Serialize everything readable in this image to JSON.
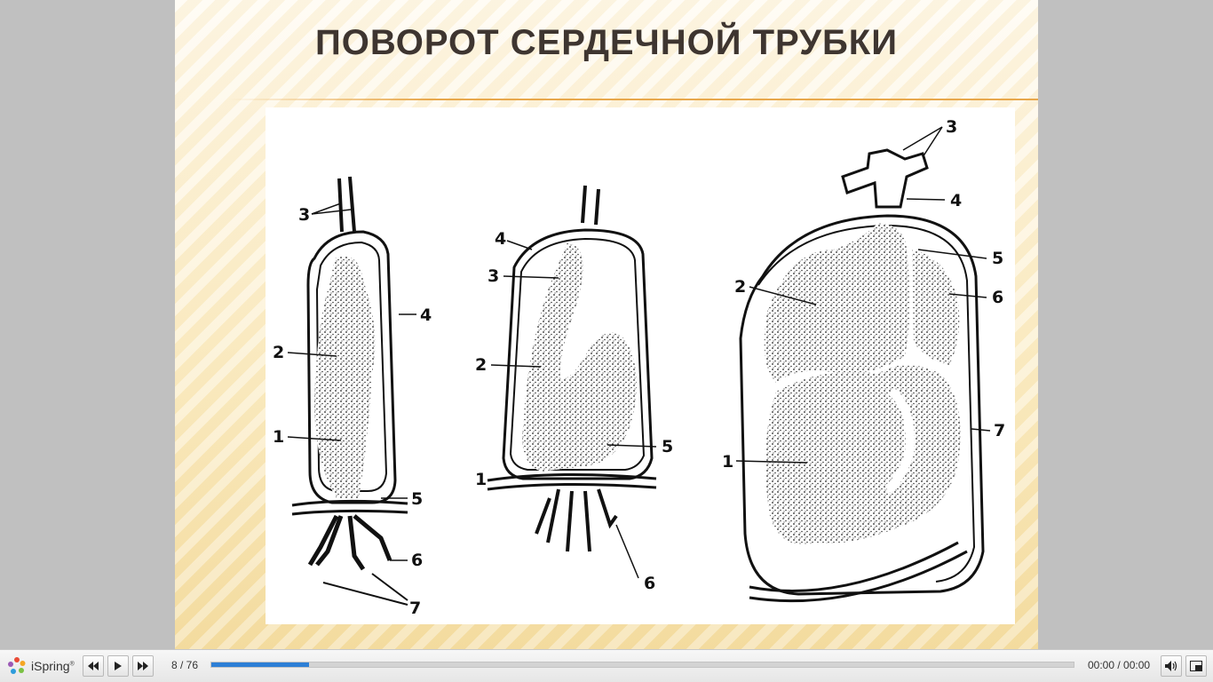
{
  "slide": {
    "title": "ПОВОРОТ СЕРДЕЧНОЙ ТРУБКИ",
    "figure_labels": {
      "left": [
        "3",
        "4",
        "2",
        "1",
        "5",
        "6",
        "7"
      ],
      "middle": [
        "4",
        "3",
        "2",
        "5",
        "1",
        "6"
      ],
      "right": [
        "3",
        "4",
        "5",
        "2",
        "6",
        "7",
        "1"
      ]
    }
  },
  "player": {
    "logo_text": "iSpring",
    "logo_mark": "®",
    "slide_counter": "8 / 76",
    "progress": 0.113,
    "time": "00:00 / 00:00",
    "icons": [
      "ispring-logo-icon",
      "rewind-icon",
      "play-icon",
      "forward-icon",
      "volume-icon",
      "fullscreen-icon"
    ],
    "accent_color": "#2d7fd6"
  }
}
